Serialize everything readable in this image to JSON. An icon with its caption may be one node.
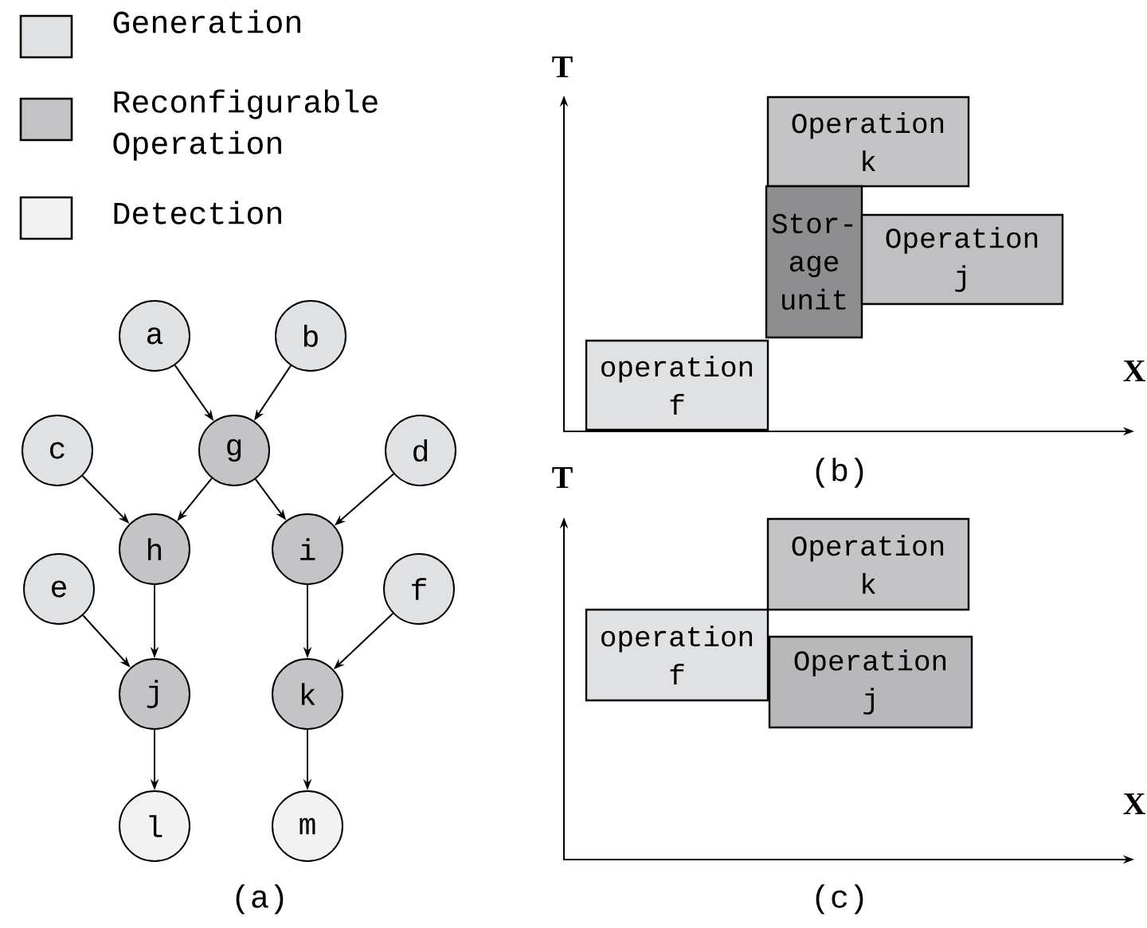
{
  "diagram": {
    "nodes": [
      {
        "text": [
          "a"
        ]
      },
      {
        "text": [
          "b"
        ]
      },
      {
        "text": [
          "c"
        ]
      },
      {
        "text": [
          "g"
        ]
      },
      {
        "text": [
          "d"
        ]
      },
      {
        "text": [
          "h"
        ]
      },
      {
        "text": [
          "i"
        ]
      },
      {
        "text": [
          "e"
        ]
      },
      {
        "text": [
          "f"
        ]
      },
      {
        "text": [
          "j"
        ]
      },
      {
        "text": [
          "k"
        ]
      },
      {
        "text": [
          "l"
        ]
      },
      {
        "text": [
          "m"
        ]
      },
      {
        "text": [
          "Operation k"
        ]
      },
      {
        "text": [
          "Stor-age unit"
        ]
      },
      {
        "text": [
          "Operation j"
        ]
      },
      {
        "text": [
          "operation f"
        ]
      },
      {
        "text": [
          "Operation k"
        ]
      },
      {
        "text": [
          "operation f"
        ]
      },
      {
        "text": [
          "Operation j"
        ]
      }
    ],
    "edges": [
      {
        "from": 0,
        "to": 3,
        "arrow": "to"
      },
      {
        "from": 1,
        "to": 3,
        "arrow": "to"
      },
      {
        "from": 2,
        "to": 5,
        "arrow": "to"
      },
      {
        "from": 3,
        "to": 5,
        "arrow": "to"
      },
      {
        "from": 3,
        "to": 6,
        "arrow": "to"
      },
      {
        "from": 4,
        "to": 6,
        "arrow": "to"
      },
      {
        "from": 5,
        "to": 9,
        "arrow": "to"
      },
      {
        "from": 7,
        "to": 9,
        "arrow": "to"
      },
      {
        "from": 6,
        "to": 10,
        "arrow": "to"
      },
      {
        "from": 8,
        "to": 10,
        "arrow": "to"
      },
      {
        "from": 9,
        "to": 11,
        "arrow": "to"
      },
      {
        "from": 10,
        "to": 12,
        "arrow": "to"
      }
    ],
    "labels": [
      "T",
      "X",
      "(b)",
      "T",
      "X",
      "(a)",
      "(c)"
    ],
    "legend": [
      {
        "text": "Generation",
        "color": "#e0e1e3"
      },
      {
        "text": "Reconfigurable Operation",
        "color": "#c4c4c6"
      },
      {
        "text": "Detection",
        "color": "#f2f2f2"
      }
    ]
  }
}
